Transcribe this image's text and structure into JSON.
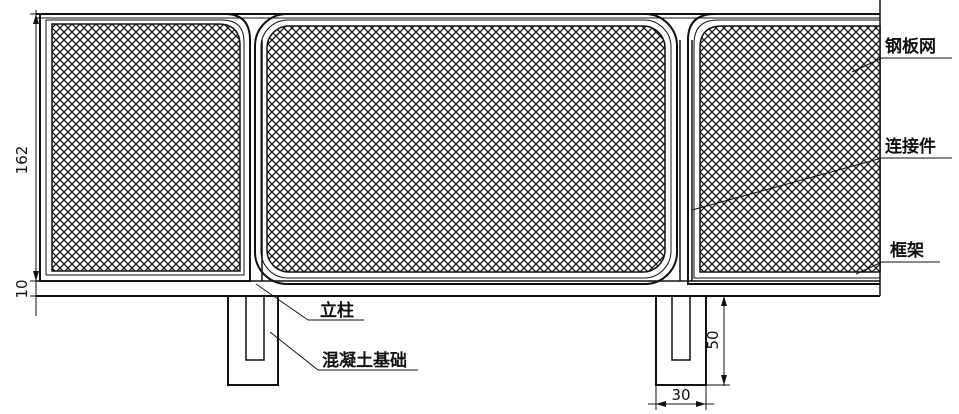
{
  "labels": {
    "mesh": "钢板网",
    "connector": "连接件",
    "frame": "框架",
    "post": "立柱",
    "foundation": "混凝土基础"
  },
  "dimensions": {
    "height": "162",
    "bottom": "10",
    "depth": "50",
    "width": "30"
  },
  "colors": {
    "line": "#111111",
    "background": "#ffffff"
  }
}
